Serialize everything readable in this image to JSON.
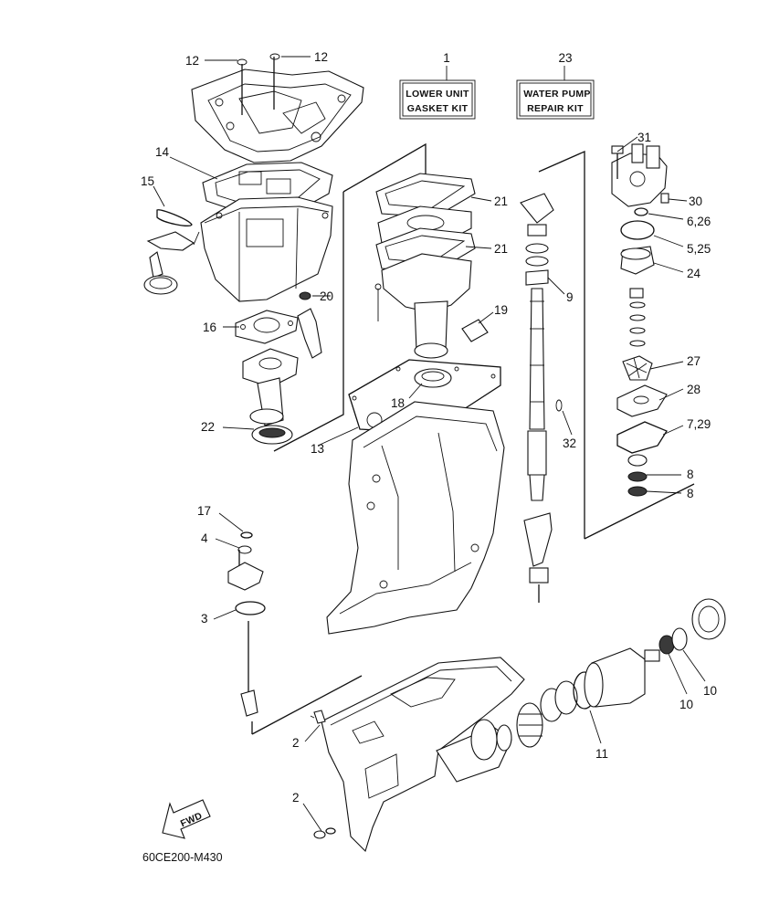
{
  "diagram": {
    "code": "60CE200-M430",
    "fwd_label": "FWD",
    "kits": [
      {
        "number": "1",
        "line1": "LOWER UNIT",
        "line2": "GASKET KIT"
      },
      {
        "number": "23",
        "line1": "WATER PUMP",
        "line2": "REPAIR KIT"
      }
    ],
    "callouts": {
      "c12a": "12",
      "c12b": "12",
      "c14": "14",
      "c15": "15",
      "c20": "20",
      "c16": "16",
      "c22": "22",
      "c21a": "21",
      "c21b": "21",
      "c19": "19",
      "c18": "18",
      "c13": "13",
      "c9": "9",
      "c32": "32",
      "c31": "31",
      "c30": "30",
      "c6_26": "6,26",
      "c5_25": "5,25",
      "c24": "24",
      "c27": "27",
      "c28": "28",
      "c7_29": "7,29",
      "c8a": "8",
      "c8b": "8",
      "c17": "17",
      "c4": "4",
      "c3": "3",
      "c2a": "2",
      "c2b": "2",
      "c10a": "10",
      "c10b": "10",
      "c11": "11"
    }
  }
}
